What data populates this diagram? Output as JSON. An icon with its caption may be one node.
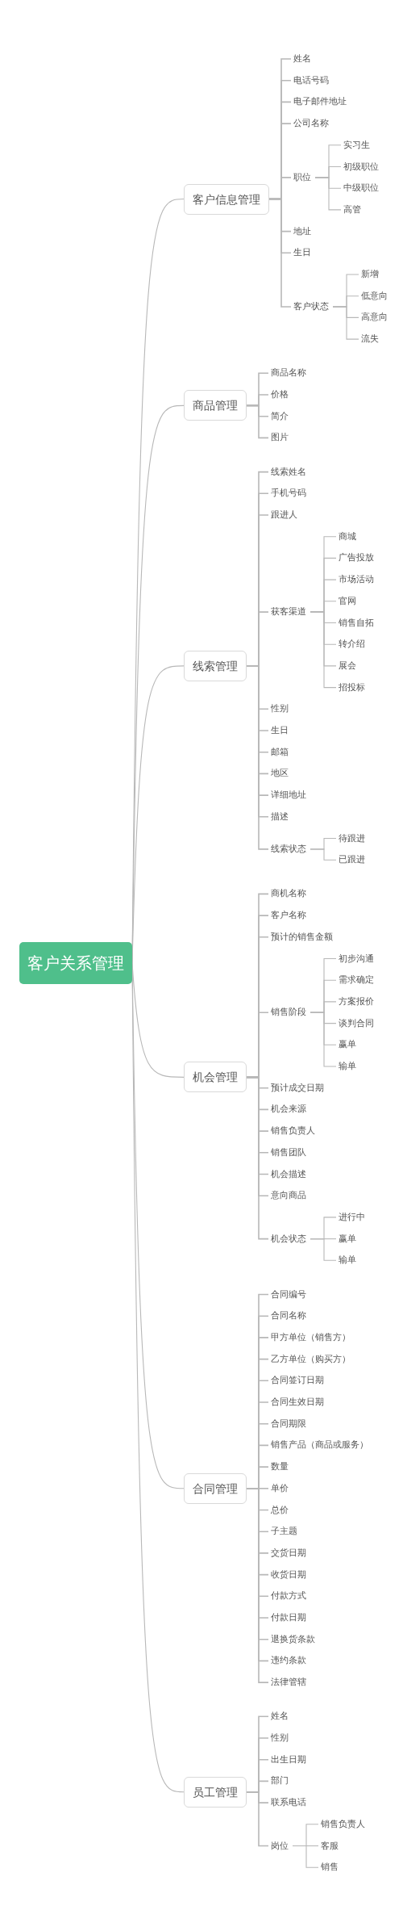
{
  "diagram": {
    "nodes": [
      {
        "text": [
          "客户关系管理"
        ]
      },
      {
        "text": [
          "客户信息管理"
        ]
      },
      {
        "text": [
          "姓名"
        ]
      },
      {
        "text": [
          "电话号码"
        ]
      },
      {
        "text": [
          "电子邮件地址"
        ]
      },
      {
        "text": [
          "公司名称"
        ]
      },
      {
        "text": [
          "职位"
        ]
      },
      {
        "text": [
          "实习生"
        ]
      },
      {
        "text": [
          "初级职位"
        ]
      },
      {
        "text": [
          "中级职位"
        ]
      },
      {
        "text": [
          "高管"
        ]
      },
      {
        "text": [
          "地址"
        ]
      },
      {
        "text": [
          "生日"
        ]
      },
      {
        "text": [
          "客户状态"
        ]
      },
      {
        "text": [
          "新增"
        ]
      },
      {
        "text": [
          "低意向"
        ]
      },
      {
        "text": [
          "高意向"
        ]
      },
      {
        "text": [
          "流失"
        ]
      },
      {
        "text": [
          "商品管理"
        ]
      },
      {
        "text": [
          "商品名称"
        ]
      },
      {
        "text": [
          "价格"
        ]
      },
      {
        "text": [
          "简介"
        ]
      },
      {
        "text": [
          "图片"
        ]
      },
      {
        "text": [
          "线索管理"
        ]
      },
      {
        "text": [
          "线索姓名"
        ]
      },
      {
        "text": [
          "手机号码"
        ]
      },
      {
        "text": [
          "跟进人"
        ]
      },
      {
        "text": [
          "获客渠道"
        ]
      },
      {
        "text": [
          "商城"
        ]
      },
      {
        "text": [
          "广告投放"
        ]
      },
      {
        "text": [
          "市场活动"
        ]
      },
      {
        "text": [
          "官网"
        ]
      },
      {
        "text": [
          "销售自拓"
        ]
      },
      {
        "text": [
          "转介绍"
        ]
      },
      {
        "text": [
          "展会"
        ]
      },
      {
        "text": [
          "招投标"
        ]
      },
      {
        "text": [
          "性别"
        ]
      },
      {
        "text": [
          "生日"
        ]
      },
      {
        "text": [
          "邮箱"
        ]
      },
      {
        "text": [
          "地区"
        ]
      },
      {
        "text": [
          "详细地址"
        ]
      },
      {
        "text": [
          "描述"
        ]
      },
      {
        "text": [
          "线索状态"
        ]
      },
      {
        "text": [
          "待跟进"
        ]
      },
      {
        "text": [
          "已跟进"
        ]
      },
      {
        "text": [
          "机会管理"
        ]
      },
      {
        "text": [
          "商机名称"
        ]
      },
      {
        "text": [
          "客户名称"
        ]
      },
      {
        "text": [
          "预计的销售金额"
        ]
      },
      {
        "text": [
          "销售阶段"
        ]
      },
      {
        "text": [
          "初步沟通"
        ]
      },
      {
        "text": [
          "需求确定"
        ]
      },
      {
        "text": [
          "方案报价"
        ]
      },
      {
        "text": [
          "谈判合同"
        ]
      },
      {
        "text": [
          "赢单"
        ]
      },
      {
        "text": [
          "输单"
        ]
      },
      {
        "text": [
          "预计成交日期"
        ]
      },
      {
        "text": [
          "机会来源"
        ]
      },
      {
        "text": [
          "销售负责人"
        ]
      },
      {
        "text": [
          "销售团队"
        ]
      },
      {
        "text": [
          "机会描述"
        ]
      },
      {
        "text": [
          "意向商品"
        ]
      },
      {
        "text": [
          "机会状态"
        ]
      },
      {
        "text": [
          "进行中"
        ]
      },
      {
        "text": [
          "赢单"
        ]
      },
      {
        "text": [
          "输单"
        ]
      },
      {
        "text": [
          "合同管理"
        ]
      },
      {
        "text": [
          "合同编号"
        ]
      },
      {
        "text": [
          "合同名称"
        ]
      },
      {
        "text": [
          "甲方单位（销售方）"
        ]
      },
      {
        "text": [
          "乙方单位（购买方）"
        ]
      },
      {
        "text": [
          "合同签订日期"
        ]
      },
      {
        "text": [
          "合同生效日期"
        ]
      },
      {
        "text": [
          "合同期限"
        ]
      },
      {
        "text": [
          "销售产品（商品或服务）"
        ]
      },
      {
        "text": [
          "数量"
        ]
      },
      {
        "text": [
          "单价"
        ]
      },
      {
        "text": [
          "总价"
        ]
      },
      {
        "text": [
          "子主题"
        ]
      },
      {
        "text": [
          "交货日期"
        ]
      },
      {
        "text": [
          "收货日期"
        ]
      },
      {
        "text": [
          "付款方式"
        ]
      },
      {
        "text": [
          "付款日期"
        ]
      },
      {
        "text": [
          "退换货条款"
        ]
      },
      {
        "text": [
          "违约条款"
        ]
      },
      {
        "text": [
          "法律管辖"
        ]
      },
      {
        "text": [
          "员工管理"
        ]
      },
      {
        "text": [
          "姓名"
        ]
      },
      {
        "text": [
          "性别"
        ]
      },
      {
        "text": [
          "出生日期"
        ]
      },
      {
        "text": [
          "部门"
        ]
      },
      {
        "text": [
          "联系电话"
        ]
      },
      {
        "text": [
          "岗位"
        ]
      },
      {
        "text": [
          "销售负责人"
        ]
      },
      {
        "text": [
          "客服"
        ]
      },
      {
        "text": [
          "销售"
        ]
      }
    ],
    "edges": [
      {
        "from": 0,
        "to": 1,
        "arrow": "none"
      },
      {
        "from": 1,
        "to": 2,
        "arrow": "none"
      },
      {
        "from": 1,
        "to": 3,
        "arrow": "none"
      },
      {
        "from": 1,
        "to": 4,
        "arrow": "none"
      },
      {
        "from": 1,
        "to": 5,
        "arrow": "none"
      },
      {
        "from": 1,
        "to": 6,
        "arrow": "none"
      },
      {
        "from": 6,
        "to": 7,
        "arrow": "none"
      },
      {
        "from": 6,
        "to": 8,
        "arrow": "none"
      },
      {
        "from": 6,
        "to": 9,
        "arrow": "none"
      },
      {
        "from": 6,
        "to": 10,
        "arrow": "none"
      },
      {
        "from": 1,
        "to": 11,
        "arrow": "none"
      },
      {
        "from": 1,
        "to": 12,
        "arrow": "none"
      },
      {
        "from": 1,
        "to": 13,
        "arrow": "none"
      },
      {
        "from": 13,
        "to": 14,
        "arrow": "none"
      },
      {
        "from": 13,
        "to": 15,
        "arrow": "none"
      },
      {
        "from": 13,
        "to": 16,
        "arrow": "none"
      },
      {
        "from": 13,
        "to": 17,
        "arrow": "none"
      },
      {
        "from": 0,
        "to": 18,
        "arrow": "none"
      },
      {
        "from": 18,
        "to": 19,
        "arrow": "none"
      },
      {
        "from": 18,
        "to": 20,
        "arrow": "none"
      },
      {
        "from": 18,
        "to": 21,
        "arrow": "none"
      },
      {
        "from": 18,
        "to": 22,
        "arrow": "none"
      },
      {
        "from": 0,
        "to": 23,
        "arrow": "none"
      },
      {
        "from": 23,
        "to": 24,
        "arrow": "none"
      },
      {
        "from": 23,
        "to": 25,
        "arrow": "none"
      },
      {
        "from": 23,
        "to": 26,
        "arrow": "none"
      },
      {
        "from": 23,
        "to": 27,
        "arrow": "none"
      },
      {
        "from": 27,
        "to": 28,
        "arrow": "none"
      },
      {
        "from": 27,
        "to": 29,
        "arrow": "none"
      },
      {
        "from": 27,
        "to": 30,
        "arrow": "none"
      },
      {
        "from": 27,
        "to": 31,
        "arrow": "none"
      },
      {
        "from": 27,
        "to": 32,
        "arrow": "none"
      },
      {
        "from": 27,
        "to": 33,
        "arrow": "none"
      },
      {
        "from": 27,
        "to": 34,
        "arrow": "none"
      },
      {
        "from": 27,
        "to": 35,
        "arrow": "none"
      },
      {
        "from": 23,
        "to": 36,
        "arrow": "none"
      },
      {
        "from": 23,
        "to": 37,
        "arrow": "none"
      },
      {
        "from": 23,
        "to": 38,
        "arrow": "none"
      },
      {
        "from": 23,
        "to": 39,
        "arrow": "none"
      },
      {
        "from": 23,
        "to": 40,
        "arrow": "none"
      },
      {
        "from": 23,
        "to": 41,
        "arrow": "none"
      },
      {
        "from": 23,
        "to": 42,
        "arrow": "none"
      },
      {
        "from": 42,
        "to": 43,
        "arrow": "none"
      },
      {
        "from": 42,
        "to": 44,
        "arrow": "none"
      },
      {
        "from": 0,
        "to": 45,
        "arrow": "none"
      },
      {
        "from": 45,
        "to": 46,
        "arrow": "none"
      },
      {
        "from": 45,
        "to": 47,
        "arrow": "none"
      },
      {
        "from": 45,
        "to": 48,
        "arrow": "none"
      },
      {
        "from": 45,
        "to": 49,
        "arrow": "none"
      },
      {
        "from": 49,
        "to": 50,
        "arrow": "none"
      },
      {
        "from": 49,
        "to": 51,
        "arrow": "none"
      },
      {
        "from": 49,
        "to": 52,
        "arrow": "none"
      },
      {
        "from": 49,
        "to": 53,
        "arrow": "none"
      },
      {
        "from": 49,
        "to": 54,
        "arrow": "none"
      },
      {
        "from": 49,
        "to": 55,
        "arrow": "none"
      },
      {
        "from": 45,
        "to": 56,
        "arrow": "none"
      },
      {
        "from": 45,
        "to": 57,
        "arrow": "none"
      },
      {
        "from": 45,
        "to": 58,
        "arrow": "none"
      },
      {
        "from": 45,
        "to": 59,
        "arrow": "none"
      },
      {
        "from": 45,
        "to": 60,
        "arrow": "none"
      },
      {
        "from": 45,
        "to": 61,
        "arrow": "none"
      },
      {
        "from": 45,
        "to": 62,
        "arrow": "none"
      },
      {
        "from": 62,
        "to": 63,
        "arrow": "none"
      },
      {
        "from": 62,
        "to": 64,
        "arrow": "none"
      },
      {
        "from": 62,
        "to": 65,
        "arrow": "none"
      },
      {
        "from": 0,
        "to": 66,
        "arrow": "none"
      },
      {
        "from": 66,
        "to": 67,
        "arrow": "none"
      },
      {
        "from": 66,
        "to": 68,
        "arrow": "none"
      },
      {
        "from": 66,
        "to": 69,
        "arrow": "none"
      },
      {
        "from": 66,
        "to": 70,
        "arrow": "none"
      },
      {
        "from": 66,
        "to": 71,
        "arrow": "none"
      },
      {
        "from": 66,
        "to": 72,
        "arrow": "none"
      },
      {
        "from": 66,
        "to": 73,
        "arrow": "none"
      },
      {
        "from": 66,
        "to": 74,
        "arrow": "none"
      },
      {
        "from": 66,
        "to": 75,
        "arrow": "none"
      },
      {
        "from": 66,
        "to": 76,
        "arrow": "none"
      },
      {
        "from": 66,
        "to": 77,
        "arrow": "none"
      },
      {
        "from": 66,
        "to": 78,
        "arrow": "none"
      },
      {
        "from": 66,
        "to": 79,
        "arrow": "none"
      },
      {
        "from": 66,
        "to": 80,
        "arrow": "none"
      },
      {
        "from": 66,
        "to": 81,
        "arrow": "none"
      },
      {
        "from": 66,
        "to": 82,
        "arrow": "none"
      },
      {
        "from": 66,
        "to": 83,
        "arrow": "none"
      },
      {
        "from": 66,
        "to": 84,
        "arrow": "none"
      },
      {
        "from": 66,
        "to": 85,
        "arrow": "none"
      },
      {
        "from": 0,
        "to": 86,
        "arrow": "none"
      },
      {
        "from": 86,
        "to": 87,
        "arrow": "none"
      },
      {
        "from": 86,
        "to": 88,
        "arrow": "none"
      },
      {
        "from": 86,
        "to": 89,
        "arrow": "none"
      },
      {
        "from": 86,
        "to": 90,
        "arrow": "none"
      },
      {
        "from": 86,
        "to": 91,
        "arrow": "none"
      },
      {
        "from": 86,
        "to": 92,
        "arrow": "none"
      },
      {
        "from": 92,
        "to": 93,
        "arrow": "none"
      },
      {
        "from": 92,
        "to": 94,
        "arrow": "none"
      },
      {
        "from": 92,
        "to": 95,
        "arrow": "none"
      }
    ]
  }
}
